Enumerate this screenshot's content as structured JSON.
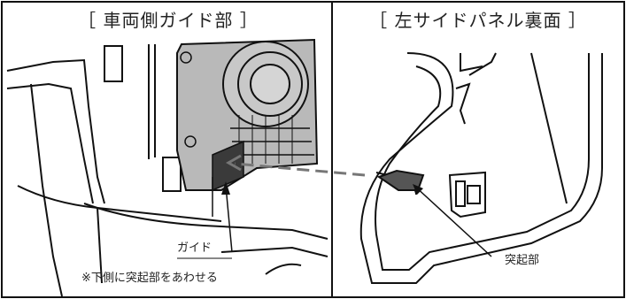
{
  "panels": {
    "left_title": "［ 車両側ガイド部 ］",
    "right_title": "［ 左サイドパネル裏面 ］"
  },
  "labels": {
    "guide": "ガイド",
    "note": "※下側に突起部をあわせる",
    "protrusion": "突起部"
  },
  "colors": {
    "part_fill": "#b9b9b9",
    "highlight_fill": "#555555",
    "line": "#111111",
    "arrow": "#777777"
  }
}
